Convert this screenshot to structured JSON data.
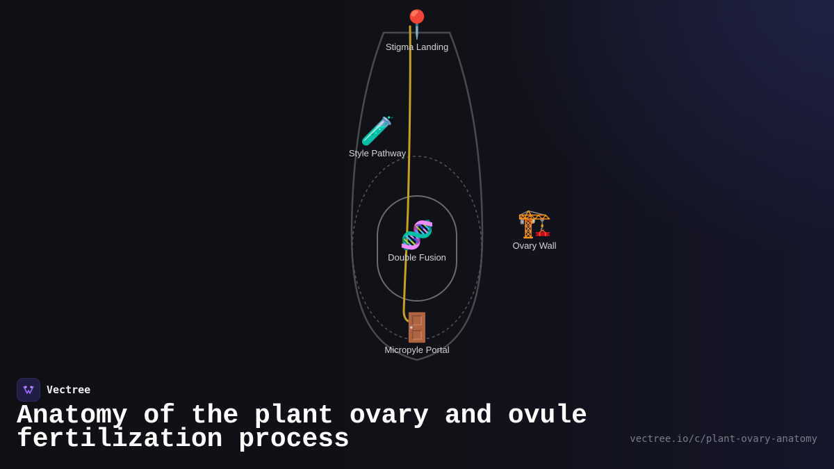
{
  "diagram": {
    "nodes": [
      {
        "id": "stigma",
        "icon": "round-pushpin-icon",
        "emoji": "📍",
        "label": "Stigma Landing"
      },
      {
        "id": "style",
        "icon": "test-tube-icon",
        "emoji": "🧪",
        "label": "Style Pathway"
      },
      {
        "id": "fusion",
        "icon": "dna-icon",
        "emoji": "🧬",
        "label": "Double Fusion"
      },
      {
        "id": "micropyle",
        "icon": "door-icon",
        "emoji": "🚪",
        "label": "Micropyle Portal"
      },
      {
        "id": "ovary-wall",
        "icon": "construction-crane-icon",
        "emoji": "🏗️",
        "label": "Ovary Wall"
      }
    ],
    "colors": {
      "pollen_tube": "#c9a21b",
      "ovary_outline": "#4a4a4e",
      "ovule_dashed": "#55555a",
      "embryo_sac": "#6a6a70",
      "background": "#101016"
    }
  },
  "brand": {
    "name": "Vectree",
    "logo_icon": "vectree-logo-icon"
  },
  "title": "Anatomy of the plant ovary and ovule fertilization process",
  "url": "vectree.io/c/plant-ovary-anatomy"
}
